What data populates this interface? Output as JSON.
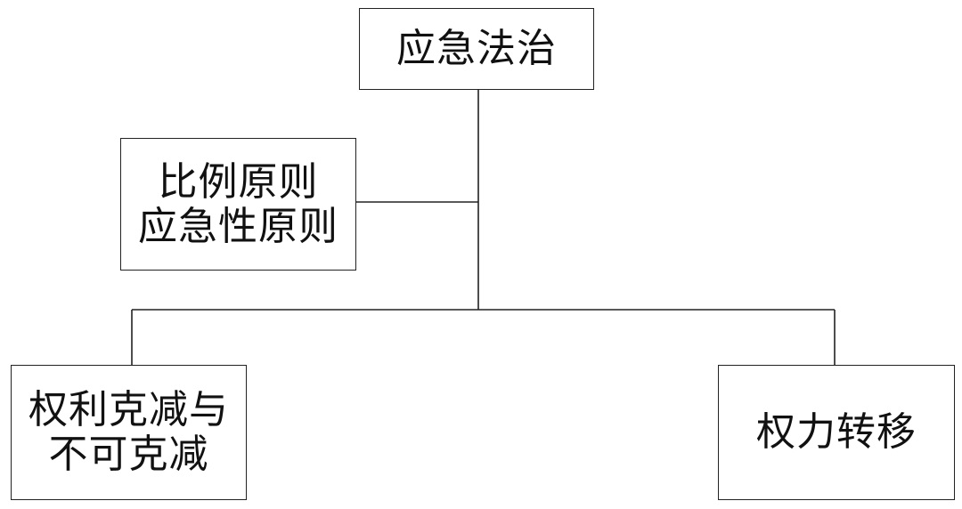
{
  "diagram": {
    "root": {
      "label": "应急法治"
    },
    "principles": {
      "line1": "比例原则",
      "line2": "应急性原则"
    },
    "branch_left": {
      "line1": "权利克减与",
      "line2": "不可克减"
    },
    "branch_right": {
      "label": "权力转移"
    }
  },
  "colors": {
    "line": "#222222",
    "background": "#ffffff",
    "text": "#111111"
  }
}
